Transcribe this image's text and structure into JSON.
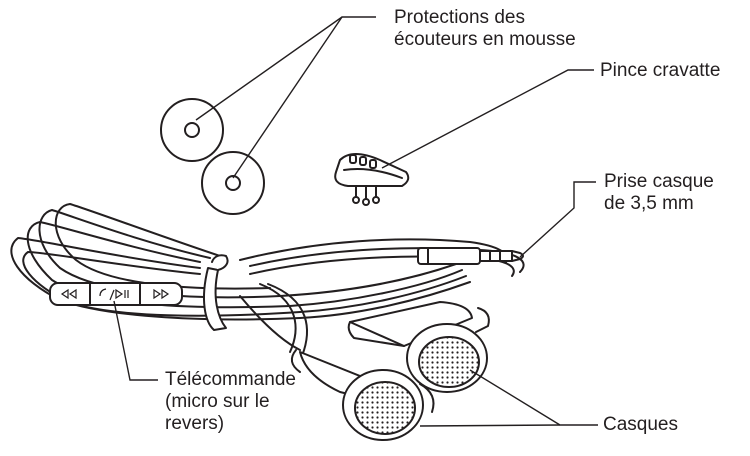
{
  "labels": {
    "foam_covers": [
      "Protections des",
      "écouteurs en mousse"
    ],
    "tie_clip": "Pince cravatte",
    "jack": [
      "Prise casque",
      "de 3,5 mm"
    ],
    "remote": [
      "Télécommande",
      "(micro sur le",
      "revers)"
    ],
    "earbuds": "Casques"
  },
  "icons": [
    "rewind-icon",
    "phone-play-pause-icon",
    "fast-forward-icon"
  ],
  "colors": {
    "ink": "#231f20",
    "paper": "#ffffff"
  }
}
